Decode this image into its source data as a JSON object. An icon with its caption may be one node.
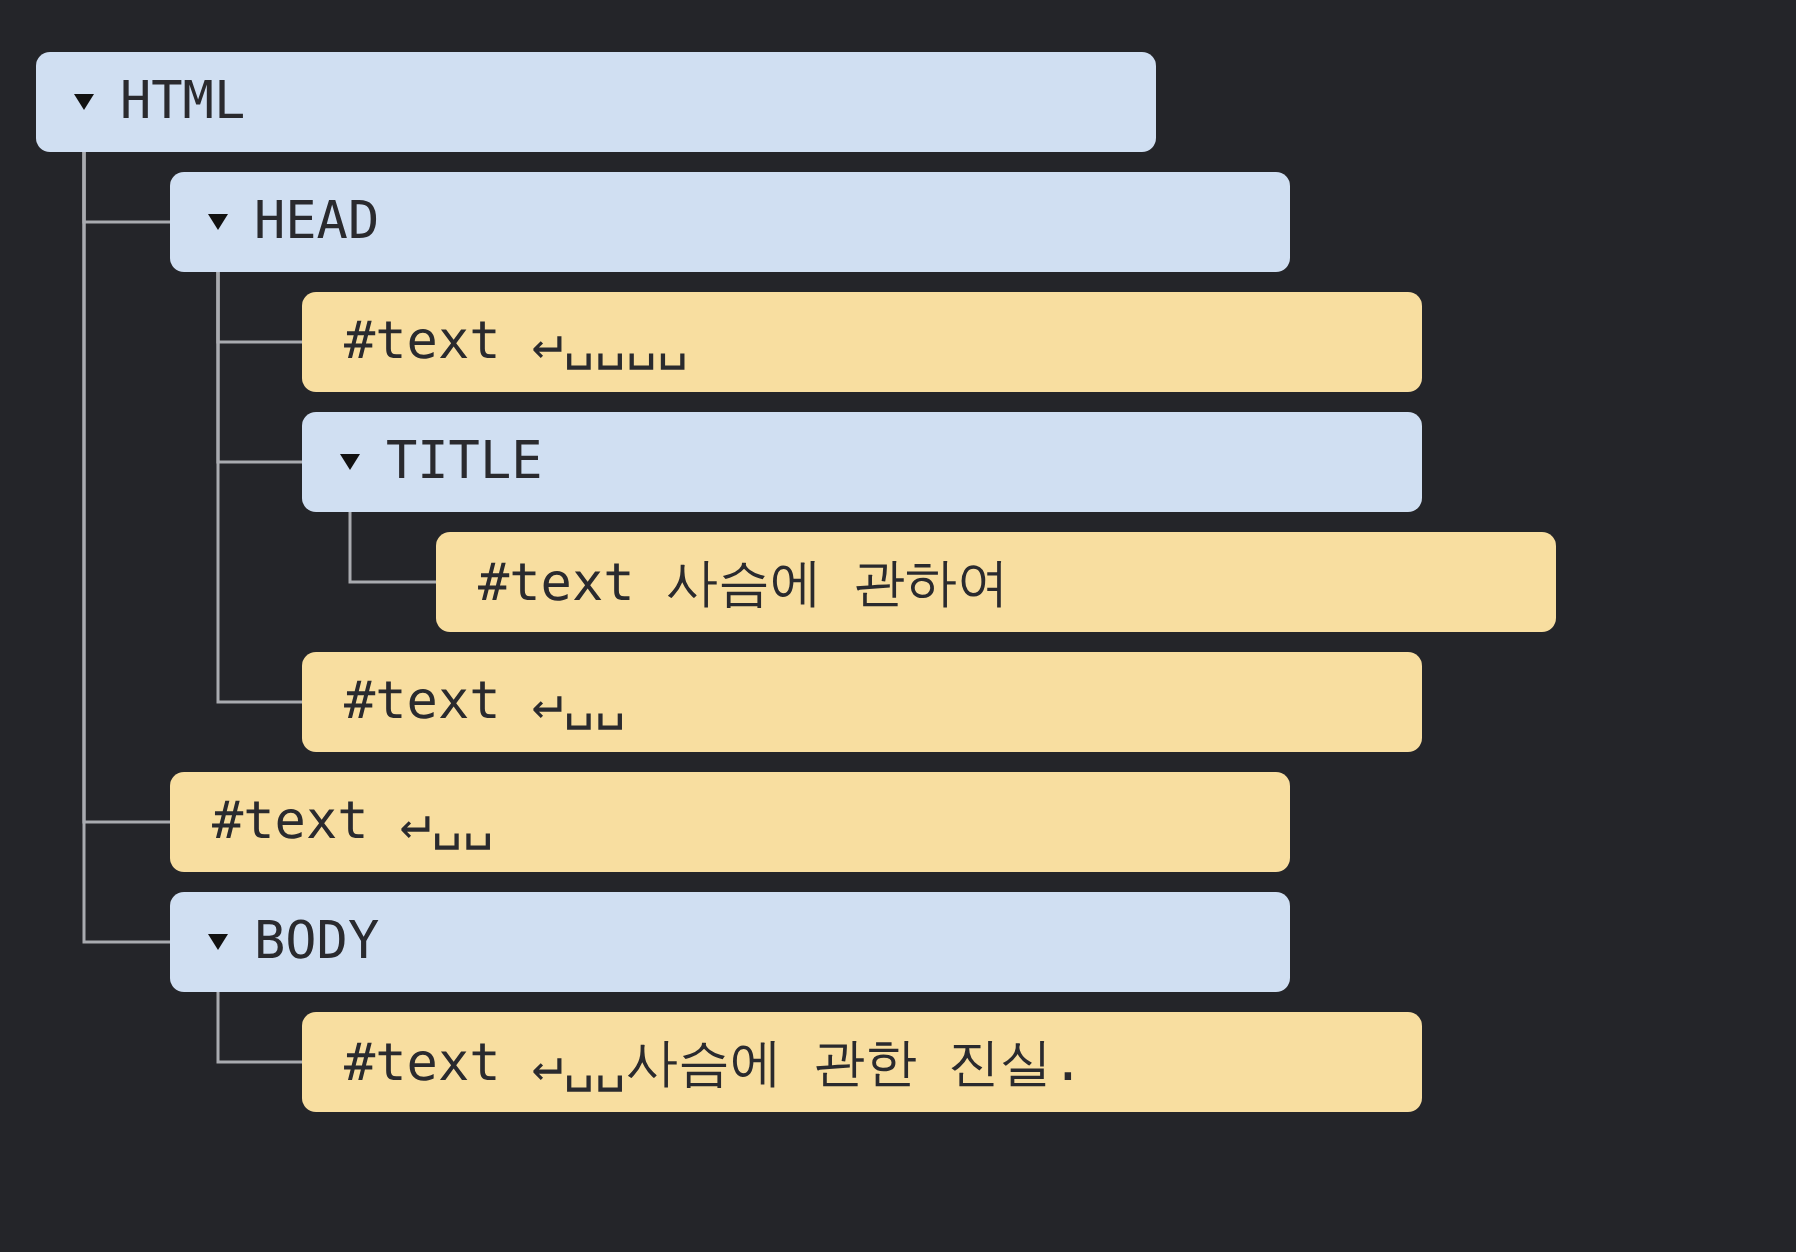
{
  "diagram": {
    "nodes": [
      {
        "text": [
          "HTML"
        ]
      },
      {
        "text": [
          "HEAD"
        ]
      },
      {
        "text": [
          "#text ↵␣␣␣␣"
        ]
      },
      {
        "text": [
          "TITLE"
        ]
      },
      {
        "text": [
          "#text 사슴에 관하여"
        ]
      },
      {
        "text": [
          "#text ↵␣␣"
        ]
      },
      {
        "text": [
          "#text ↵␣␣"
        ]
      },
      {
        "text": [
          "BODY"
        ]
      },
      {
        "text": [
          "#text ↵␣␣사슴에 관한 진실."
        ]
      }
    ],
    "edges": [
      {
        "from": 0,
        "to": 1,
        "arrow": "none"
      },
      {
        "from": 1,
        "to": 2,
        "arrow": "none"
      },
      {
        "from": 1,
        "to": 3,
        "arrow": "none"
      },
      {
        "from": 3,
        "to": 4,
        "arrow": "none"
      },
      {
        "from": 1,
        "to": 5,
        "arrow": "none"
      },
      {
        "from": 0,
        "to": 6,
        "arrow": "none"
      },
      {
        "from": 0,
        "to": 7,
        "arrow": "none"
      },
      {
        "from": 7,
        "to": 8,
        "arrow": "none"
      }
    ]
  }
}
